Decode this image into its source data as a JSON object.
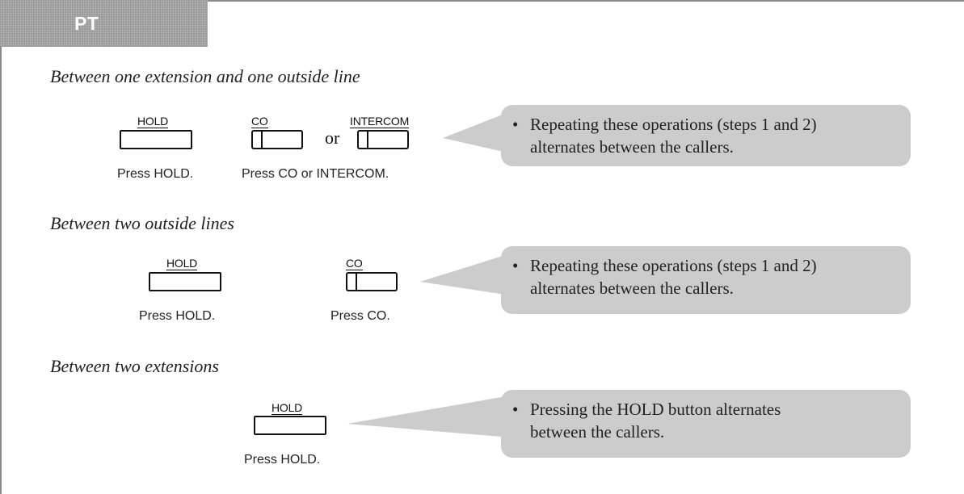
{
  "tab": {
    "label": "PT"
  },
  "sections": [
    {
      "heading": "Between one extension and one outside line",
      "hold_label": "HOLD",
      "co_label": "CO",
      "or_text": "or",
      "intercom_label": "INTERCOM",
      "caption_1": "Press HOLD.",
      "caption_2": "Press CO or INTERCOM.",
      "note_bullet": "•",
      "note_line_1": "Repeating these operations (steps 1 and 2)",
      "note_line_2": "alternates between the callers."
    },
    {
      "heading": "Between two outside lines",
      "hold_label": "HOLD",
      "co_label": "CO",
      "caption_1": "Press HOLD.",
      "caption_2": "Press CO.",
      "note_bullet": "•",
      "note_line_1": "Repeating these operations (steps 1 and 2)",
      "note_line_2": "alternates between the callers."
    },
    {
      "heading": "Between two extensions",
      "hold_label": "HOLD",
      "caption_1": "Press HOLD.",
      "note_bullet": "•",
      "note_line_1": "Pressing the HOLD button alternates",
      "note_line_2": "between the callers."
    }
  ]
}
